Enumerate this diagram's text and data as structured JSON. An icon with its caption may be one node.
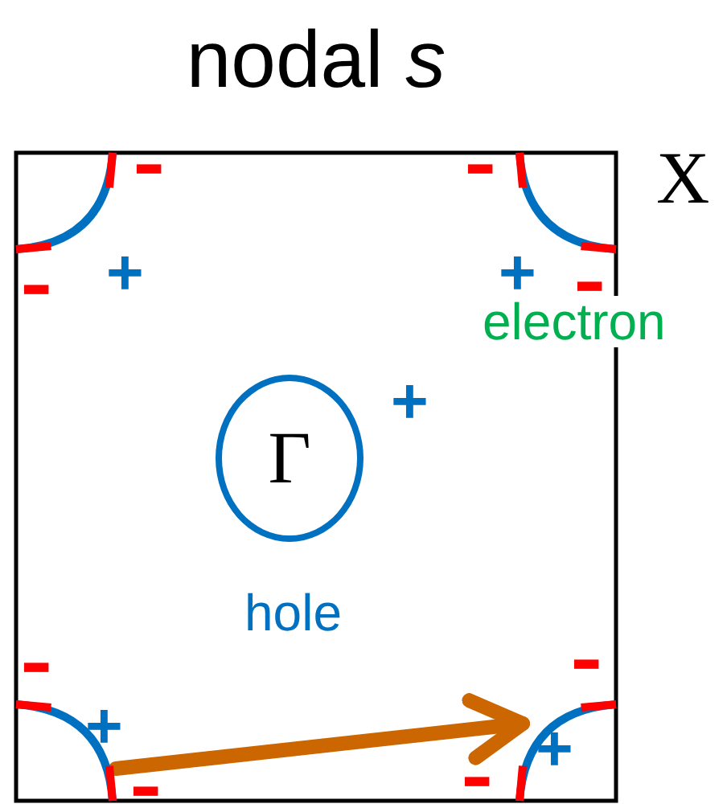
{
  "diagram": {
    "title": "nodal *s*",
    "nodes": [
      {
        "text": [],
        "shape": "arc"
      },
      {
        "text": [],
        "shape": "arc"
      },
      {
        "text": [
          "Γ"
        ],
        "beside": [
          "hole"
        ]
      },
      {
        "text": [],
        "shape": "arc"
      },
      {
        "text": [],
        "shape": "arc"
      }
    ],
    "edges": [
      {
        "from": 3,
        "to": 4,
        "arrow": "to",
        "color": "#cc6600"
      }
    ],
    "labels": [
      "-",
      "-",
      "X",
      "+",
      "+",
      "-",
      "-",
      "electron",
      "+",
      "-",
      "-",
      "+",
      "+",
      "-",
      "-"
    ]
  }
}
